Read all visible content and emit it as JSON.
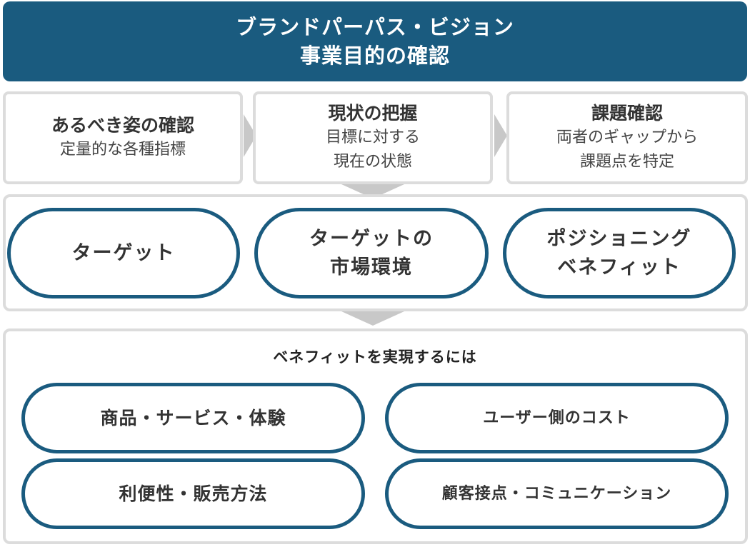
{
  "header": {
    "line1": "ブランドパーパス・ビジョン",
    "line2": "事業目的の確認"
  },
  "steps": [
    {
      "title": "あるべき姿の確認",
      "desc_lines": [
        "定量的な各種指標"
      ]
    },
    {
      "title": "現状の把握",
      "desc_lines": [
        "目標に対する",
        "現在の状態"
      ]
    },
    {
      "title": "課題確認",
      "desc_lines": [
        "両者のギャップから",
        "課題点を特定"
      ]
    }
  ],
  "analysis_items": [
    {
      "lines": [
        "ターゲット"
      ]
    },
    {
      "lines": [
        "ターゲットの",
        "市場環境"
      ]
    },
    {
      "lines": [
        "ポジショニング",
        "ベネフィット"
      ]
    }
  ],
  "benefit_section": {
    "heading": "ベネフィットを実現するには",
    "items": [
      "商品・サービス・体験",
      "ユーザー側のコスト",
      "利便性・販売方法",
      "顧客接点・コミュニケーション"
    ]
  },
  "colors": {
    "brand": "#1a5b7f",
    "border": "#dcdcdc",
    "arrow": "#c8c8c8"
  }
}
